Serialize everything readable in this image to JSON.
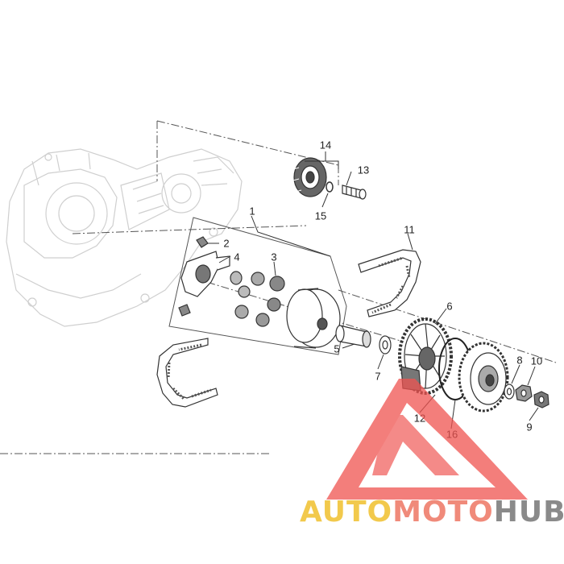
{
  "diagram": {
    "callouts": [
      "1",
      "2",
      "3",
      "4",
      "5",
      "6",
      "7",
      "8",
      "9",
      "10",
      "11",
      "12",
      "13",
      "14",
      "15",
      "16"
    ]
  },
  "watermark": {
    "part1": "AUTO",
    "part2": "MOTO",
    "part3": "HUB",
    "colors": {
      "part1": "#f2c94c",
      "part2": "#f08a7a",
      "part3": "#8a8a8a",
      "triangle": "#ef5350"
    }
  },
  "colors": {
    "line": "#333333",
    "ghost": "#cfcfcf",
    "fill_dark": "#555555"
  }
}
